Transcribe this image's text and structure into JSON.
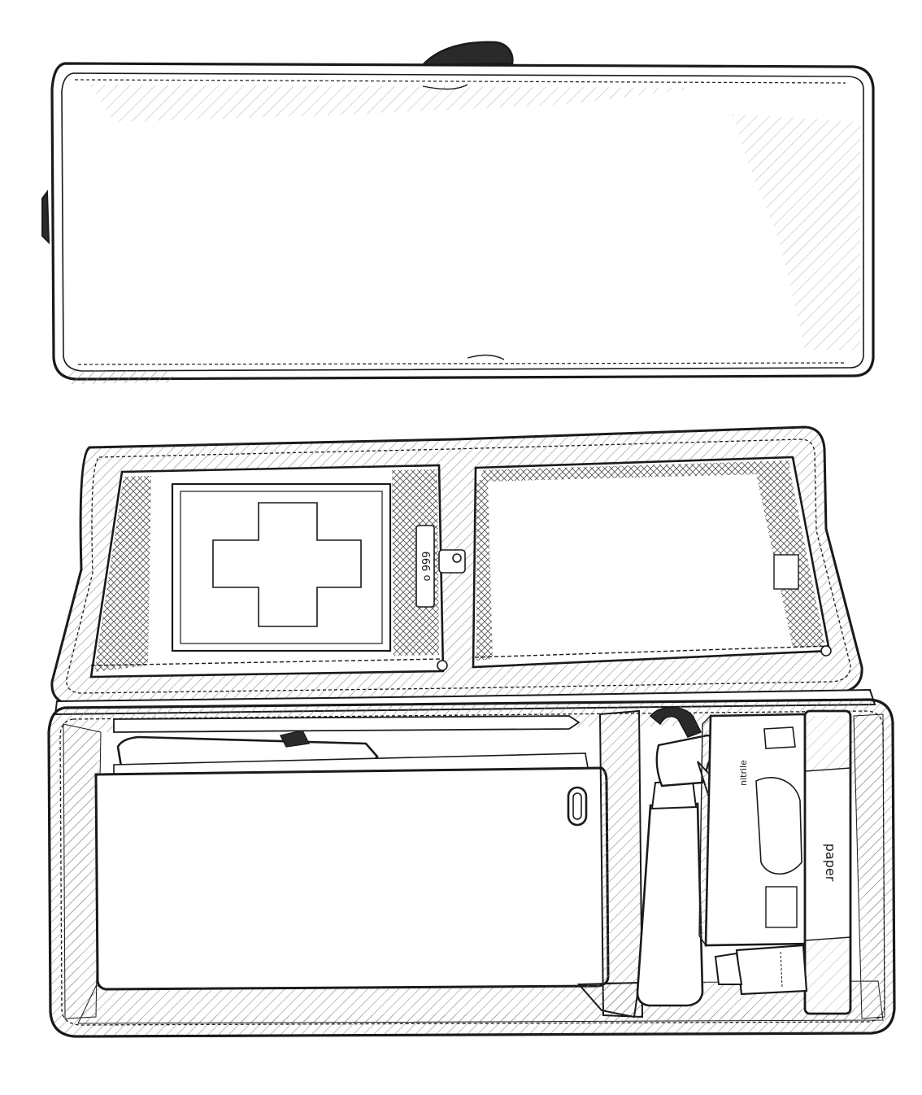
{
  "illustration": {
    "ink_color": "#1a1a1a",
    "paper_color": "#ffffff",
    "hatch_color": "#8a8a8a",
    "mesh_color": "#555555",
    "views": [
      {
        "id": "closed-case",
        "icon": "closed-case-icon"
      },
      {
        "id": "open-case",
        "icon": "open-case-icon"
      }
    ],
    "labels": {
      "paper_roll": "paper",
      "glove_box": "nitrile",
      "code_tag": "o 999"
    }
  }
}
